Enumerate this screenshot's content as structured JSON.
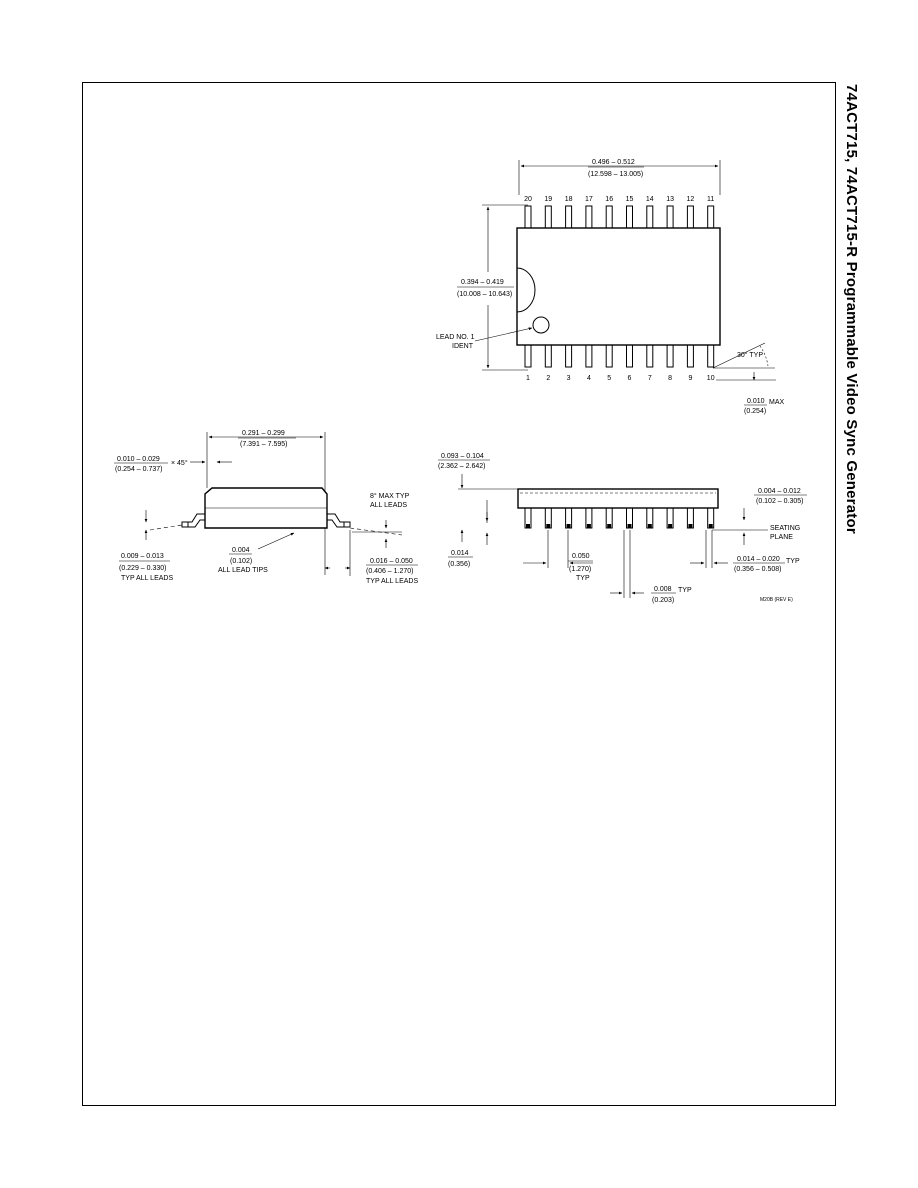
{
  "side_title": "74ACT715, 74ACT715-R  Programmable Video Sync Generator",
  "top_view": {
    "top_pins": [
      "20",
      "19",
      "18",
      "17",
      "16",
      "15",
      "14",
      "13",
      "12",
      "11"
    ],
    "bottom_pins": [
      "1",
      "2",
      "3",
      "4",
      "5",
      "6",
      "7",
      "8",
      "9",
      "10"
    ],
    "width_in": "0.496 – 0.512",
    "width_mm": "(12.598 – 13.005)",
    "height_in": "0.394 – 0.419",
    "height_mm": "(10.008 – 10.643)",
    "lead_ident_1": "LEAD NO. 1",
    "lead_ident_2": "IDENT",
    "angle": "30° TYP",
    "max_in": "0.010",
    "max_word": "MAX",
    "max_mm": "(0.254)"
  },
  "side_view": {
    "width_in": "0.291 – 0.299",
    "width_mm": "(7.391 – 7.595)",
    "chamfer_in": "0.010 – 0.029",
    "chamfer_mm": "(0.254 – 0.737)",
    "chamfer_x": "× 45°",
    "angle_1": "8° MAX TYP",
    "angle_2": "ALL LEADS",
    "thick_in": "0.009 – 0.013",
    "thick_mm": "(0.229 – 0.330)",
    "thick_note": "TYP ALL LEADS",
    "tip_in": "0.004",
    "tip_mm": "(0.102)",
    "tip_note": "ALL LEAD TIPS",
    "foot_in": "0.016 – 0.050",
    "foot_mm": "(0.406 – 1.270)",
    "foot_note": "TYP ALL LEADS"
  },
  "front_view": {
    "height_in": "0.093 – 0.104",
    "height_mm": "(2.362 – 2.642)",
    "standoff_in": "0.004 – 0.012",
    "standoff_mm": "(0.102 – 0.305)",
    "seating_1": "SEATING",
    "seating_2": "PLANE",
    "min_in": "0.014",
    "min_mm": "(0.356)",
    "pitch_in": "0.050",
    "pitch_mm": "(1.270)",
    "pitch_note": "TYP",
    "lead_w_in": "0.014 – 0.020",
    "lead_w_typ": "TYP",
    "lead_w_mm": "(0.356 – 0.508)",
    "gap_in": "0.008",
    "gap_typ": "TYP",
    "gap_mm": "(0.203)",
    "drawing_id": "M20B (REV E)"
  }
}
